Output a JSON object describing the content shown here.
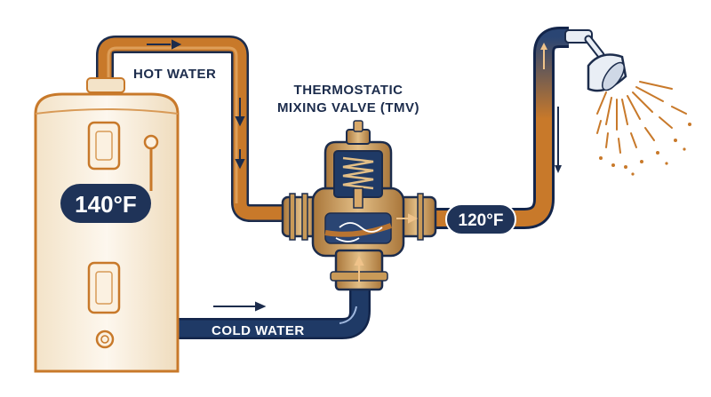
{
  "labels": {
    "hot_water": "HOT WATER",
    "tmv_line1": "THERMOSTATIC",
    "tmv_line2": "MIXING VALVE (TMV)",
    "cold_water": "COLD WATER"
  },
  "temperatures": {
    "tank": "140°F",
    "outlet": "120°F"
  },
  "icons": [
    "water-heater-icon",
    "shower-head-icon",
    "thermostatic-valve-icon",
    "flow-arrow-icon"
  ],
  "colors": {
    "hot_pipe": "#c8792a",
    "hot_pipe_dark": "#8a4d16",
    "cold_pipe": "#1f3a66",
    "outline": "#1c2c4c",
    "brass": "#c99a58",
    "tank_body": "#fbf3e6",
    "badge": "#1f3358",
    "text": "#1c2c4c"
  }
}
